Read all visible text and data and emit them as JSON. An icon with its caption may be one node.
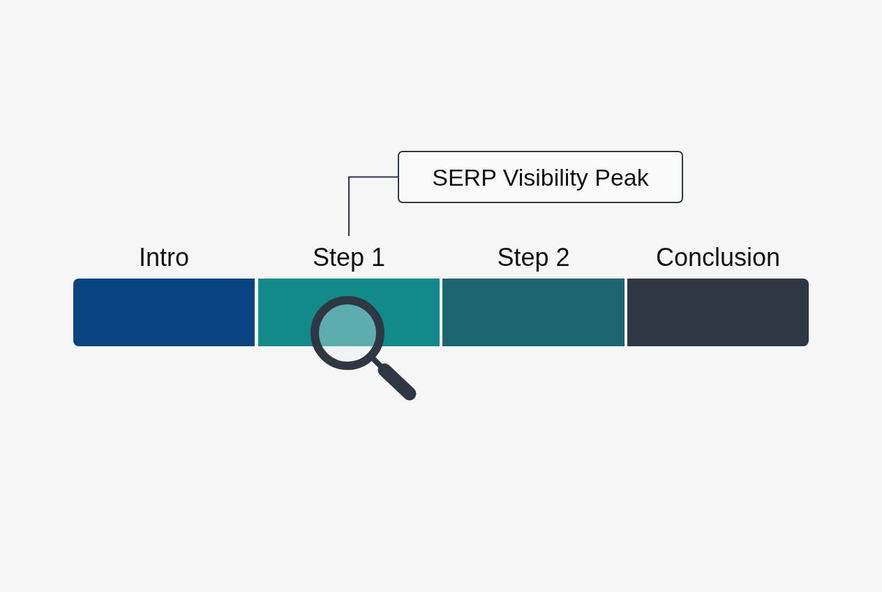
{
  "diagram": {
    "nodes": [
      {
        "text": [
          "Intro"
        ]
      },
      {
        "text": [
          "Step 1"
        ]
      },
      {
        "text": [
          "Step 2"
        ]
      },
      {
        "text": [
          "Conclusion"
        ]
      },
      {
        "text": [
          "SERP Visibility Peak"
        ]
      }
    ],
    "edges": [
      {
        "from": 4,
        "to": 1,
        "arrow": "none"
      }
    ]
  }
}
